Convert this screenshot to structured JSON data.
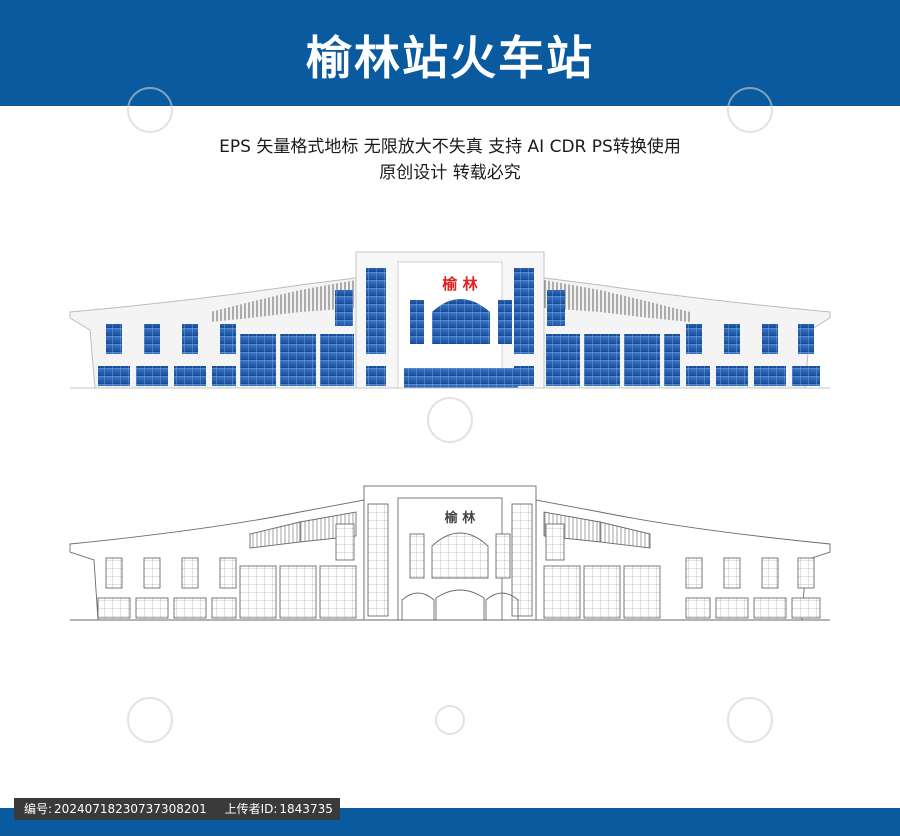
{
  "banner": {
    "title": "榆林站火车站",
    "color": "#0a5aa0"
  },
  "description": {
    "line1": "EPS 矢量格式地标 无限放大不失真  支持 AI CDR PS转换使用",
    "line2": "原创设计  转载必究"
  },
  "illustration": {
    "sign_text": "榆 林",
    "sign_color": "#e02020",
    "glass_color": "#1e5bb0"
  },
  "footer": {
    "id_label": "编号:",
    "id_value": "20240718230737308201",
    "uploader_label": "上传者ID:",
    "uploader_value": "1843735",
    "bar_color": "#0a5aa0"
  },
  "watermark": {
    "icon": "huitu-watermark-icon"
  }
}
